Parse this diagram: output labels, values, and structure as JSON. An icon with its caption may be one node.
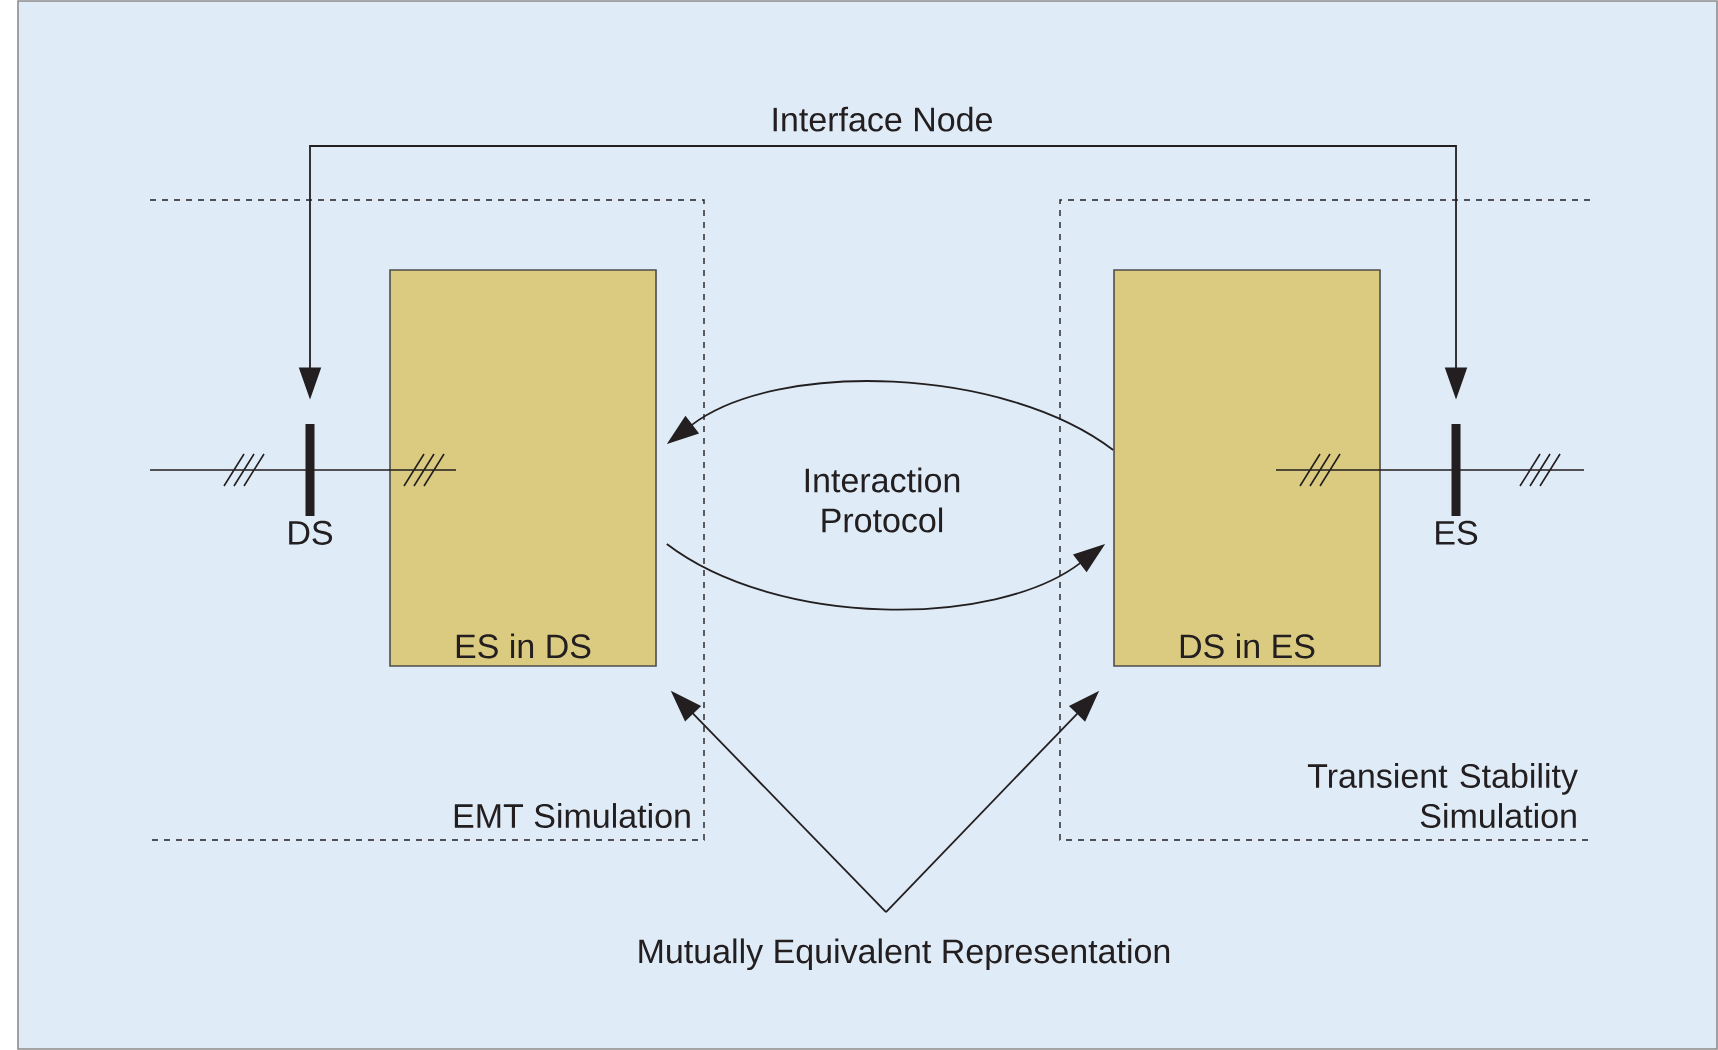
{
  "diagram": {
    "nodes": [
      {
        "text": [
          "EMT Simulation"
        ]
      },
      {
        "text": [
          "ES in DS"
        ],
        "in": 0
      },
      {
        "text": [
          "DS"
        ],
        "in": 0
      },
      {
        "text": [
          "Transient Stability Simulation"
        ]
      },
      {
        "text": [
          "DS in ES"
        ],
        "in": 3
      },
      {
        "text": [
          "ES"
        ],
        "in": 3
      },
      {
        "text": [
          "Interface Node"
        ]
      },
      {
        "text": [
          "Mutually Equivalent Representation"
        ]
      }
    ],
    "edges": [
      {
        "from": 6,
        "to": 2,
        "arrow": "to"
      },
      {
        "from": 6,
        "to": 5,
        "arrow": "to"
      },
      {
        "from": 4,
        "to": 1,
        "arrow": "to"
      },
      {
        "from": 1,
        "to": 4,
        "arrow": "to"
      },
      {
        "from": 7,
        "to": 1,
        "arrow": "to"
      },
      {
        "from": 7,
        "to": 4,
        "arrow": "to"
      }
    ],
    "labels": [
      "Interaction Protocol"
    ]
  }
}
